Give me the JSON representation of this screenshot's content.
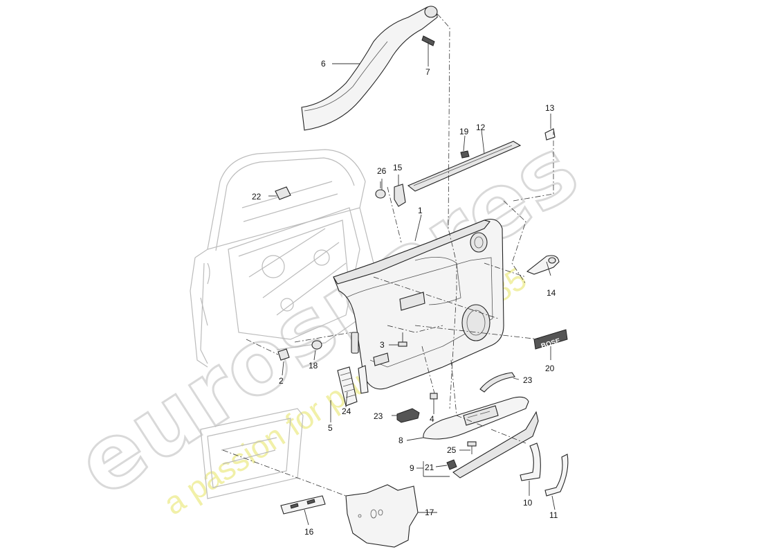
{
  "watermark": {
    "brand": "eurospares",
    "tagline": "a passion for parts since 1985"
  },
  "callouts": [
    {
      "id": "c1",
      "text": "1"
    },
    {
      "id": "c2",
      "text": "2"
    },
    {
      "id": "c3",
      "text": "3"
    },
    {
      "id": "c4",
      "text": "4"
    },
    {
      "id": "c5",
      "text": "5"
    },
    {
      "id": "c6",
      "text": "6"
    },
    {
      "id": "c7",
      "text": "7"
    },
    {
      "id": "c8",
      "text": "8"
    },
    {
      "id": "c9",
      "text": "9"
    },
    {
      "id": "c10",
      "text": "10"
    },
    {
      "id": "c11",
      "text": "11"
    },
    {
      "id": "c12",
      "text": "12"
    },
    {
      "id": "c13",
      "text": "13"
    },
    {
      "id": "c14",
      "text": "14"
    },
    {
      "id": "c15",
      "text": "15"
    },
    {
      "id": "c16",
      "text": "16"
    },
    {
      "id": "c17",
      "text": "17"
    },
    {
      "id": "c18",
      "text": "18"
    },
    {
      "id": "c19",
      "text": "19"
    },
    {
      "id": "c20",
      "text": "20"
    },
    {
      "id": "c21",
      "text": "21"
    },
    {
      "id": "c22",
      "text": "22"
    },
    {
      "id": "c23a",
      "text": "23"
    },
    {
      "id": "c23b",
      "text": "23"
    },
    {
      "id": "c24",
      "text": "24"
    },
    {
      "id": "c25",
      "text": "25"
    },
    {
      "id": "c26",
      "text": "26"
    }
  ],
  "badge_text": "BOSE"
}
